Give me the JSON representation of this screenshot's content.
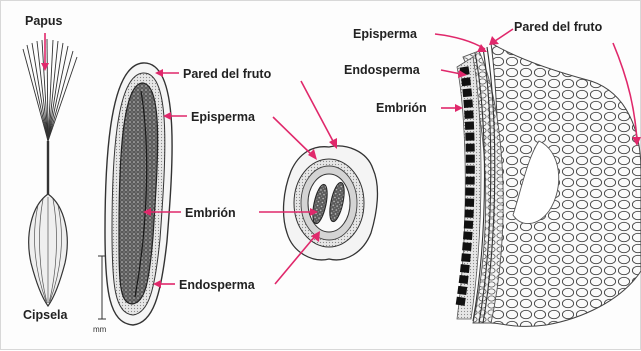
{
  "labels": {
    "papus": "Papus",
    "cipsela": "Cipsela",
    "scale_unit": "mm",
    "pared_del_fruto_left": "Pared del fruto",
    "episperma_left": "Episperma",
    "embrion_left": "Embrión",
    "endosperma_left": "Endosperma",
    "episperma_right": "Episperma",
    "pared_del_fruto_right": "Pared del fruto",
    "endosperma_right": "Endosperma",
    "embrion_right": "Embrión"
  },
  "colors": {
    "arrow": "#e0286b",
    "ink": "#222222",
    "background": "#fdfdfd"
  }
}
